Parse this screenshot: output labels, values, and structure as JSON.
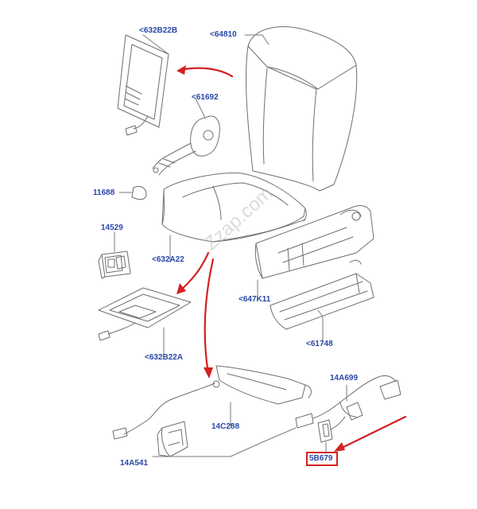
{
  "labels": {
    "backrest_pad": "<632B22B",
    "backrest": "<64810",
    "bracket": "<61692",
    "clip": "11688",
    "switch": "14529",
    "cushion": "<632A22",
    "track_cover": "<647K11",
    "seat_pad": "<632B22A",
    "side_panel": "<61748",
    "harness_upper": "14A699",
    "harness_mid": "14C288",
    "harness_lower": "14A541",
    "highlight_part": "5B679"
  },
  "watermark": "Zzap.com",
  "colors": {
    "label": "#2a47a8",
    "arrow": "#d42020",
    "line": "#6e6e6e",
    "highlight_box": "#d42020"
  }
}
